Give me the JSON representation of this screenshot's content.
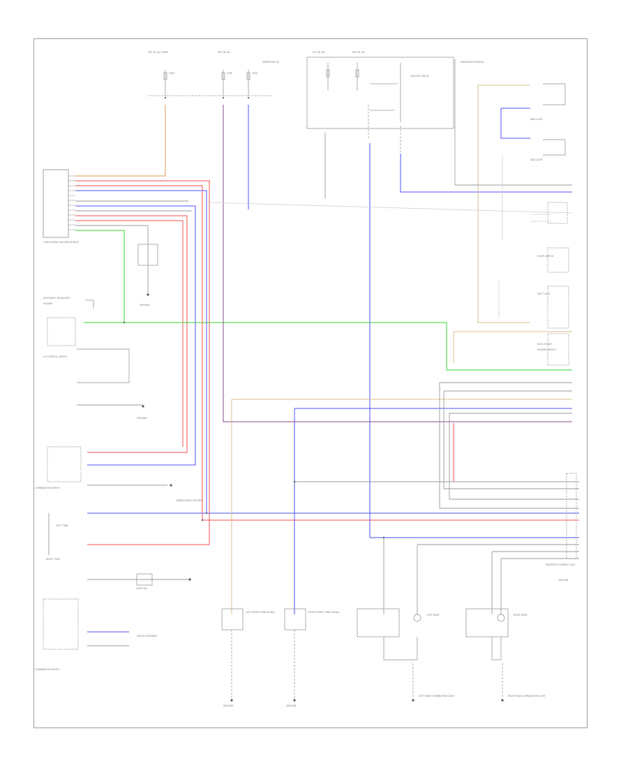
{
  "diagram": {
    "footer_label": "",
    "colors": {
      "green": "#2fd62f",
      "blue": "#4f4fff",
      "red": "#ff4f4f",
      "tan": "#d9c08a",
      "orange": "#d9a050",
      "purple": "#8a4a8a",
      "gray": "#9a9a9a",
      "ltgray": "#bdbdbd",
      "yellow": "#e7d77a",
      "lime": "#9ee59e"
    },
    "labels": {
      "hot_left": "HOT AT ALL TIMES",
      "hot_mid": "HOT IN ON",
      "fuse_a": "FUSE",
      "fuse_b": "FUSE",
      "fuse_c": "FUSE",
      "relay_dimmer": "DIMMER RELAY",
      "hot_r1": "HOT IN ON",
      "hot_r2": "HOT IN ON",
      "taillight_relay": "TAILLIGHT RELAY",
      "passenger_sensor": "PASSENGER SENSOR",
      "turn_module": "TURN SIGNAL HAZARD MODULE",
      "auto_sw": "AUTOMATIC HEADLIGHT",
      "hazard": "HAZARD",
      "lh_control": "LH CONTROL SWITCH",
      "g_left1": "GROUND",
      "g_left2": "GROUND",
      "combo_sw": "COMBINATION SWITCH",
      "left_turn": "LEFT TURN",
      "right_turn": "RIGHT TURN",
      "light_on": "LIGHT ON",
      "under_dash": "UNDER DASH FUSE BOX",
      "left_front_turn": "LEFT FRONT TURN SIGNAL",
      "right_front_turn": "RIGHT FRONT TURN SIGNAL",
      "g_bottom1": "GROUND",
      "g_bottom2": "GROUND",
      "rear_combo_l": "LEFT REAR COMBINATION LIGHT",
      "rear_combo_r": "RIGHT REAR COMBINATION LIGHT",
      "left_rear": "LEFT REAR",
      "right_rear": "RIGHT REAR",
      "gauge_assy": "GAUGE ASSEMBLY",
      "combo_meter": "COMBINATION METER",
      "side_marker_l": "SIDE LIGHT",
      "side_marker_r": "SIDE LIGHT",
      "door_sw": "DOOR SWITCH",
      "shift_lock": "SHIFT LOCK",
      "high_mount": "HIGH MOUNT",
      "hazard_sw": "HAZARD SWITCH",
      "multiplex": "MULTIPLEX CONTROL UNIT",
      "g_right": "GROUND"
    }
  }
}
